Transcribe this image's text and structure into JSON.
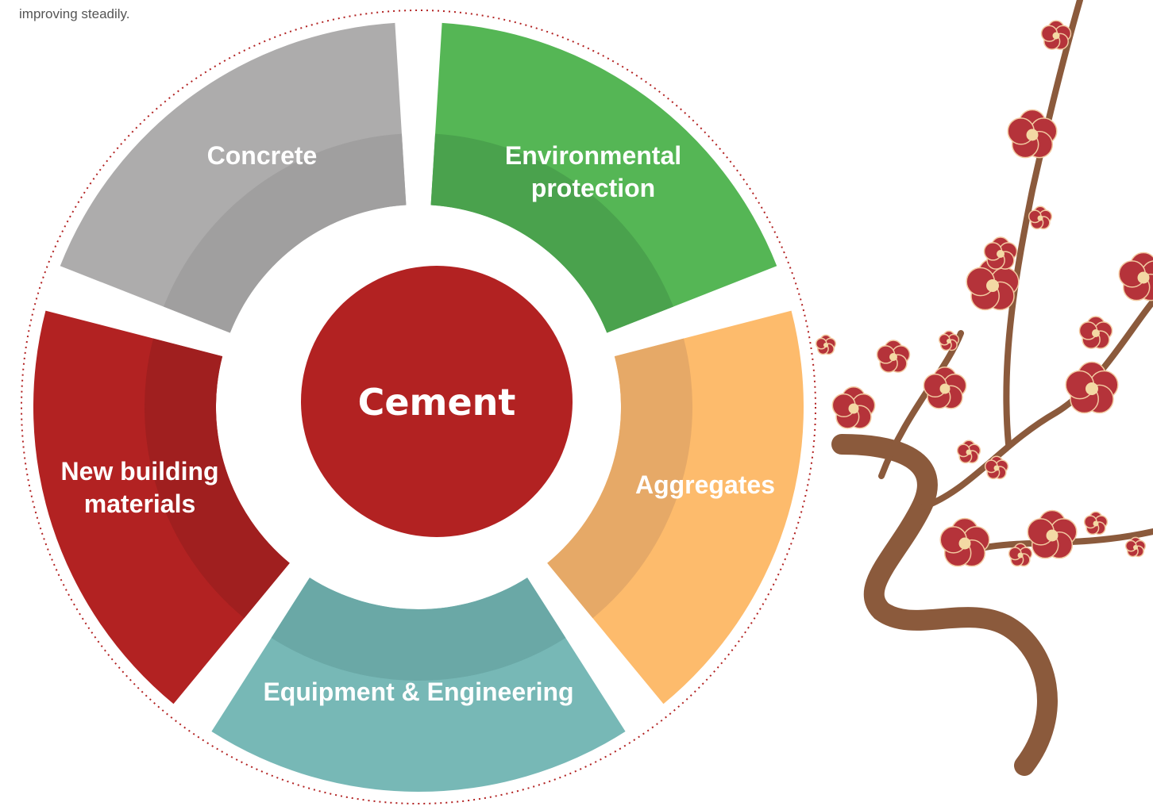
{
  "intro_text": "improving steadily.",
  "center": {
    "label": "Cement",
    "color": "#b22222"
  },
  "segments": [
    {
      "id": "concrete",
      "lines": [
        "Concrete"
      ],
      "color": "#adacac",
      "inner_color": "#a09f9f"
    },
    {
      "id": "environmental-protection",
      "lines": [
        "Environmental",
        "protection"
      ],
      "color": "#55b655",
      "inner_color": "#4aa24d"
    },
    {
      "id": "aggregates",
      "lines": [
        "Aggregates"
      ],
      "color": "#fdbb6c",
      "inner_color": "#e6a967"
    },
    {
      "id": "equipment-engineering",
      "lines": [
        "Equipment & Engineering"
      ],
      "color": "#77b8b6",
      "inner_color": "#6aa8a6"
    },
    {
      "id": "new-building-materials",
      "lines": [
        "New building",
        "materials"
      ],
      "color": "#b22222",
      "inner_color": "#a01f1f"
    }
  ],
  "decoration": {
    "name": "plum-blossom-branch-illustration",
    "branch_color": "#8b5a3c",
    "blossom_color": "#b5333a"
  }
}
